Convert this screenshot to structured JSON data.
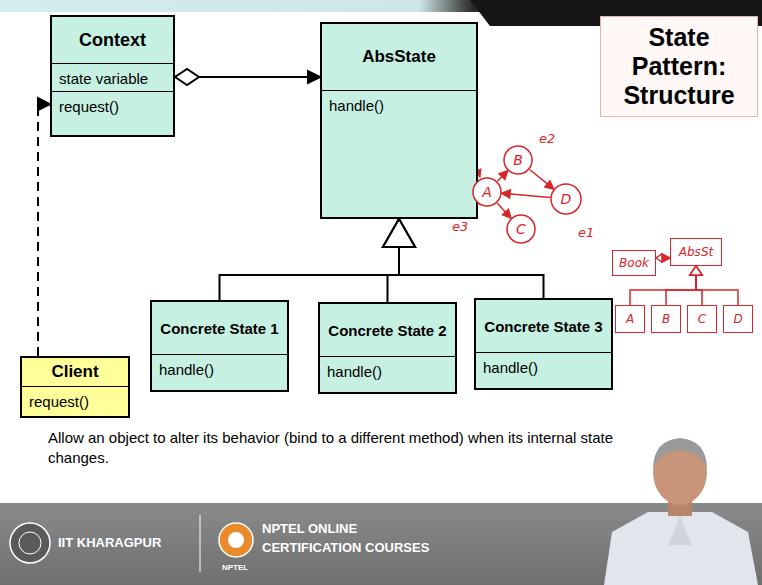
{
  "diagram": {
    "title": "State Pattern: Structure",
    "caption": "Allow an object to alter its behavior (bind to a different method) when its internal state changes.",
    "nodes": [
      {
        "text": [
          "Context",
          "state variable",
          "request()"
        ]
      },
      {
        "text": [
          "AbsState",
          "handle()"
        ]
      },
      {
        "text": [
          "Concrete State 1",
          "handle()"
        ]
      },
      {
        "text": [
          "Concrete State 2",
          "handle()"
        ]
      },
      {
        "text": [
          "Concrete State 3",
          "handle()"
        ]
      },
      {
        "text": [
          "Client",
          "request()"
        ]
      },
      {
        "text": [
          "B"
        ]
      },
      {
        "text": [
          "A"
        ]
      },
      {
        "text": [
          "D"
        ]
      },
      {
        "text": [
          "C"
        ]
      },
      {
        "text": [
          "Book"
        ]
      },
      {
        "text": [
          "AbsSt"
        ]
      },
      {
        "text": [
          "A"
        ]
      },
      {
        "text": [
          "B"
        ]
      },
      {
        "text": [
          "C"
        ]
      },
      {
        "text": [
          "D"
        ]
      }
    ],
    "edges": [
      {
        "from": 0,
        "to": 1,
        "arrow": "to"
      },
      {
        "from": 2,
        "to": 1,
        "arrow": "to"
      },
      {
        "from": 3,
        "to": 1,
        "arrow": "to"
      },
      {
        "from": 4,
        "to": 1,
        "arrow": "to"
      },
      {
        "from": 5,
        "to": 0,
        "arrow": "to"
      },
      {
        "from": 7,
        "to": 6,
        "arrow": "to"
      },
      {
        "from": 6,
        "to": 8,
        "arrow": "to"
      },
      {
        "from": 8,
        "to": 7,
        "arrow": "to"
      },
      {
        "from": 7,
        "to": 9,
        "arrow": "to"
      },
      {
        "from": 10,
        "to": 11,
        "arrow": "to"
      },
      {
        "from": 12,
        "to": 11,
        "arrow": "to"
      },
      {
        "from": 13,
        "to": 11,
        "arrow": "to"
      },
      {
        "from": 14,
        "to": 11,
        "arrow": "to"
      },
      {
        "from": 15,
        "to": 11,
        "arrow": "to"
      }
    ],
    "labels": [
      "e2",
      "e3",
      "e1",
      "IIT KHARAGPUR",
      "NPTEL ONLINE",
      "CERTIFICATION COURSES",
      "NPTEL"
    ]
  }
}
